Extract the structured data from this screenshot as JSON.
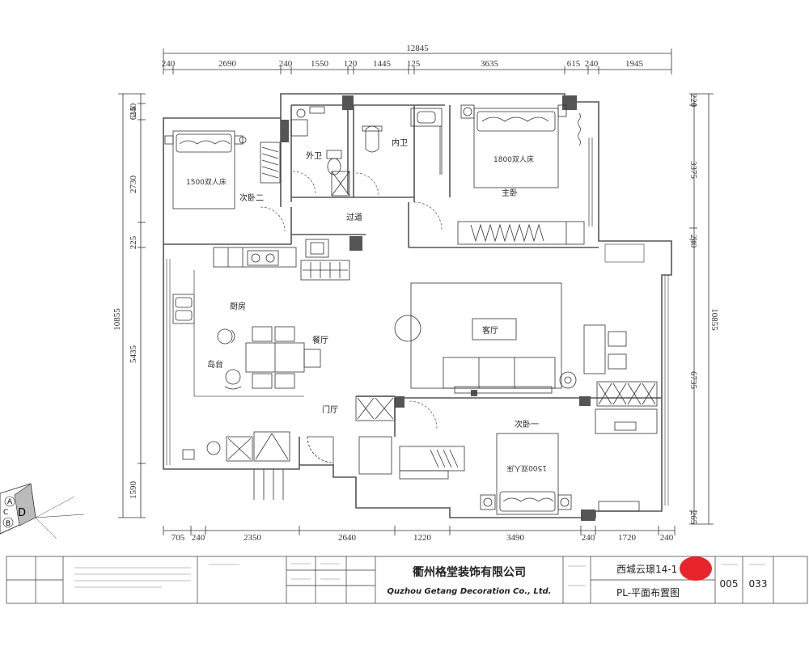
{
  "dimensions": {
    "top_total": "12845",
    "top_segments": [
      "240",
      "2690",
      "240",
      "1550",
      "120",
      "1445",
      "125",
      "3635",
      "615",
      "240",
      "1945"
    ],
    "bottom_segments": [
      "705",
      "240",
      "2350",
      "2640",
      "1220",
      "3490",
      "240",
      "1720",
      "240"
    ],
    "left_segments": [
      "240",
      "615",
      "2730",
      "225",
      "5435",
      "1590"
    ],
    "left_total": "10855",
    "right_segments": [
      "220",
      "3375",
      "240",
      "6735",
      "265"
    ],
    "right_total": "10855"
  },
  "rooms": {
    "bedroom2": "次卧二",
    "bed1500_top": "1500双人床",
    "bathroom_outer": "外卫",
    "bathroom_inner": "内卫",
    "bed1800": "1800双人床",
    "master": "主卧",
    "corridor": "过道",
    "kitchen": "厨房",
    "dining": "餐厅",
    "island": "岛台",
    "living": "客厅",
    "foyer": "门厅",
    "bedroom1": "次卧一",
    "bed1500_bottom": "1500双人床"
  },
  "compass": {
    "a": "A",
    "b": "B",
    "c": "C",
    "d": "D"
  },
  "title_block": {
    "company_cn": "衢州格堂装饰有限公司",
    "company_en": "Quzhou Getang Decoration Co., Ltd.",
    "project": "西城云璟14-1",
    "drawing_name": "PL-平面布置图",
    "sheet_no": "005",
    "total_sheets": "033"
  },
  "colors": {
    "line": "#222222",
    "wall": "#555555",
    "redact": "#e8252a"
  }
}
